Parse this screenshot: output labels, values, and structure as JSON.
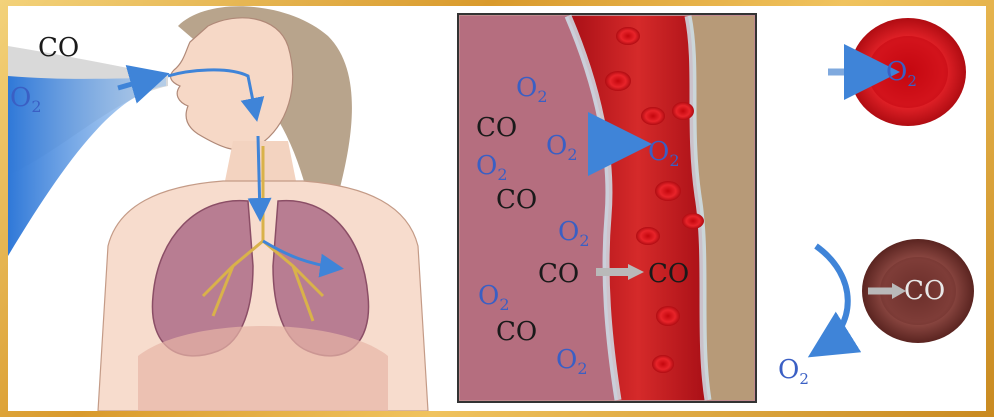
{
  "labels": {
    "co": "CO",
    "o2": "O",
    "o2_sub": "2"
  },
  "colors": {
    "oxygen": "#3a5fc4",
    "carbon_monoxide": "#1a1a1a",
    "blood_vessel": "#c0151b",
    "tissue": "#b86a7c",
    "red_blood_cell": "#d8121a",
    "co_blood_cell": "#7a3a34",
    "frame": "#e0a93a"
  }
}
